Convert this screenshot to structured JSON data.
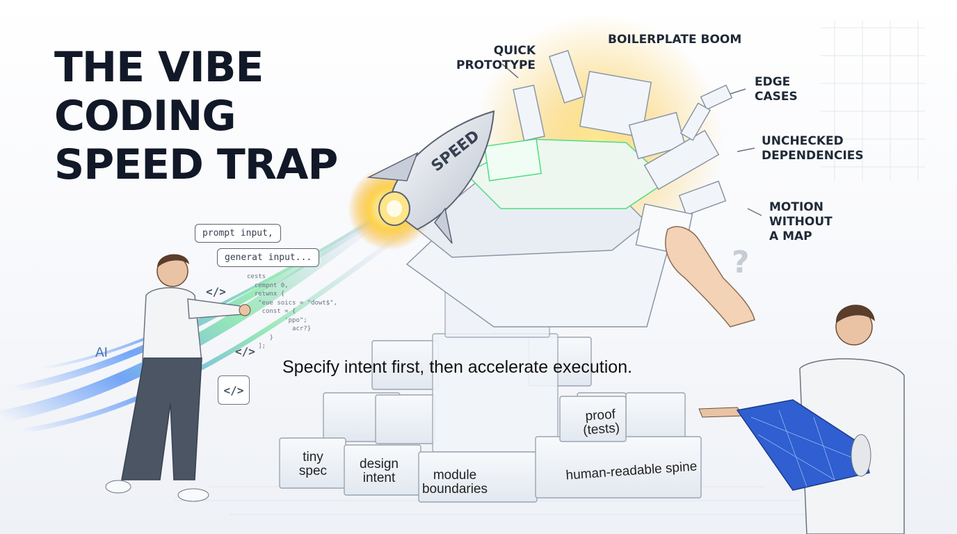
{
  "title": {
    "line1": "THE VIBE",
    "line2": "CODING",
    "line3": "SPEED TRAP"
  },
  "callouts": {
    "quick_prototype": {
      "line1": "QUICK",
      "line2": "PROTOTYPE"
    },
    "boilerplate_boom": "BOILERPLATE BOOM",
    "edge_cases": {
      "line1": "EDGE",
      "line2": "CASES"
    },
    "unchecked_dependencies": {
      "line1": "UNCHECKED",
      "line2": "DEPENDENCIES"
    },
    "motion_without_map": {
      "line1": "MOTION",
      "line2": "WITHOUT",
      "line3": "A MAP"
    }
  },
  "rocket_label": "SPEED",
  "ai_label": "AI",
  "bubbles": {
    "first": "prompt input,",
    "second": "generat input..."
  },
  "code_snippet": "cests\n  cempnt 0,\n  retwnx {\n   \"eue soics = \"dowt$\",\n    const = {\n          'ppo\";\n            acr?}\n      }\n   ];",
  "code_tag": "</>",
  "question_mark": "?",
  "tagline": "Specify intent first, then accelerate execution.",
  "foundation_blocks": {
    "tiny_spec": {
      "line1": "tiny",
      "line2": "spec"
    },
    "design_intent": {
      "line1": "design",
      "line2": "intent"
    },
    "module_boundaries": {
      "line1": "module",
      "line2": "boundaries"
    },
    "human_readable_spine": "human-readable spine",
    "proof_tests": {
      "line1": "proof",
      "line2": "(tests)"
    }
  },
  "colors": {
    "title": "#111827",
    "ai_streak_blue": "#3b82f6",
    "ai_streak_green": "#4ade80",
    "glow_orange": "#f59e0b",
    "blueprint": "#2f5fd0"
  }
}
